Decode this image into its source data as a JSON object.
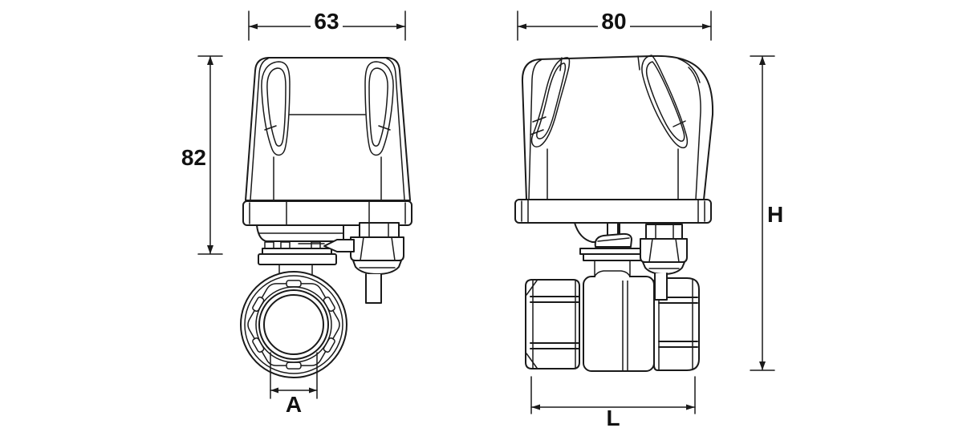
{
  "page": {
    "background": "#ffffff",
    "line_color": "#1a1a1a",
    "text_color": "#111111"
  },
  "views": {
    "front": {
      "dims": {
        "width": "63",
        "height": "82",
        "port": "A"
      }
    },
    "side": {
      "dims": {
        "width": "80",
        "height": "H",
        "length": "L"
      }
    }
  }
}
